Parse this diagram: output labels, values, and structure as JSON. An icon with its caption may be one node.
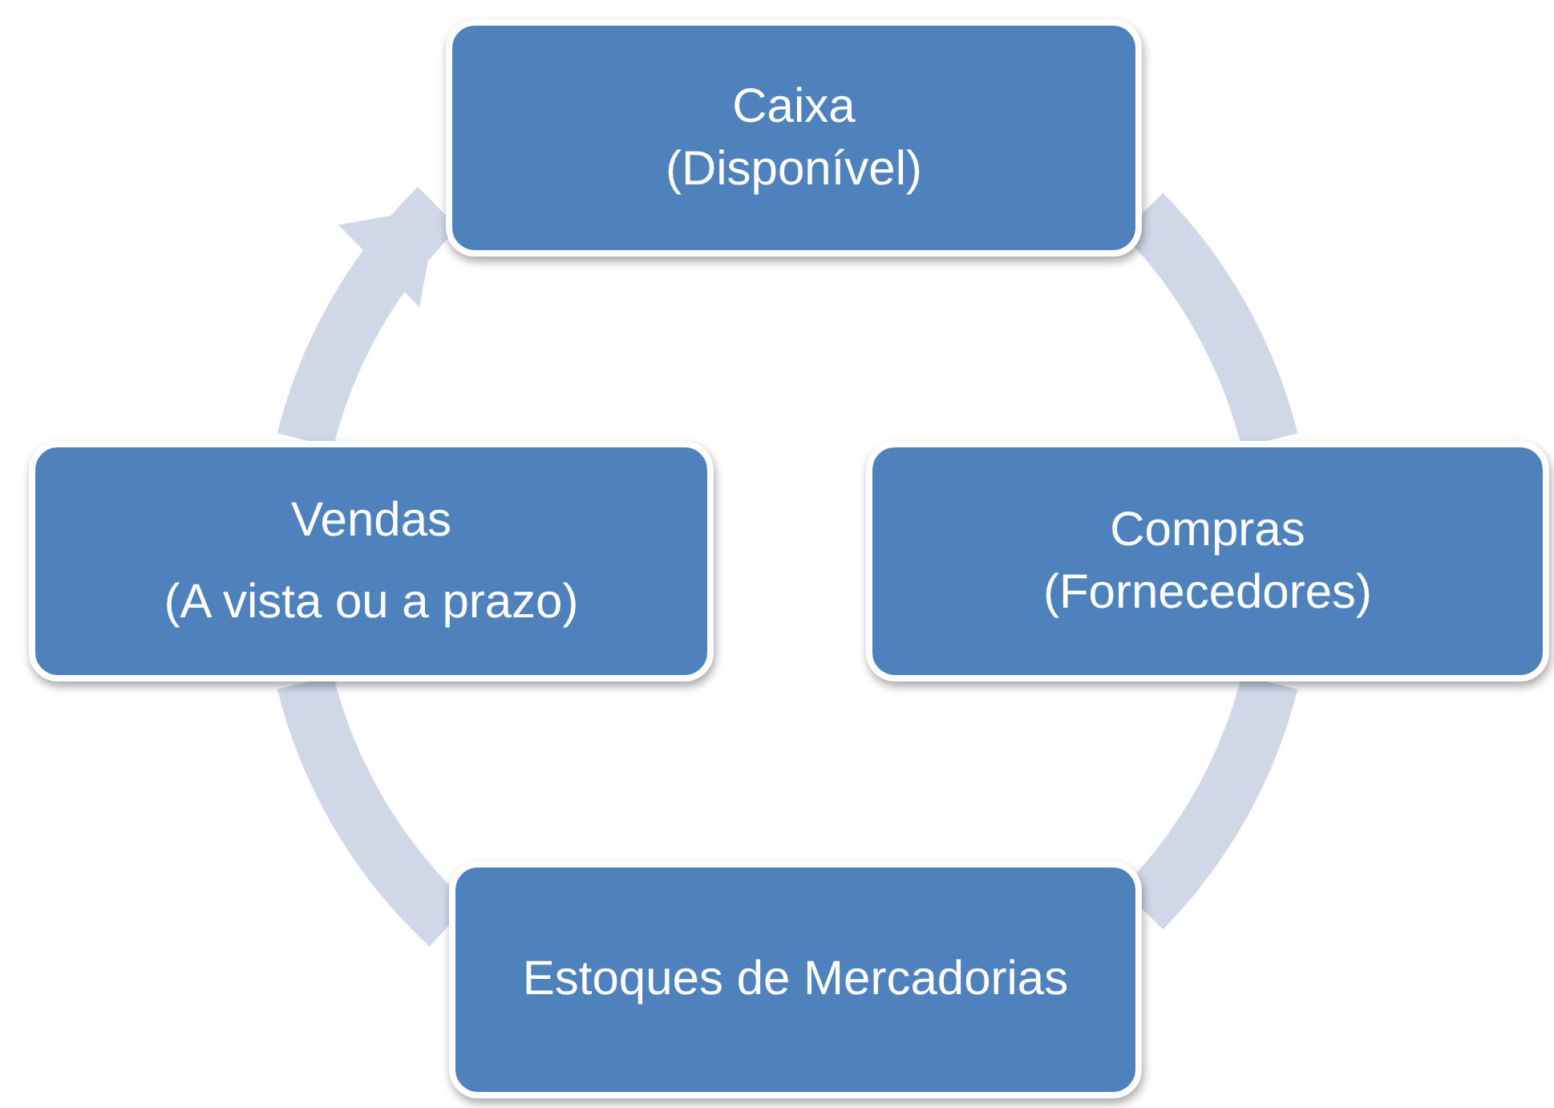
{
  "diagram": {
    "nodes": [
      {
        "text": [
          "Caixa",
          "(Disponível)"
        ]
      },
      {
        "text": [
          "Compras",
          "(Fornecedores)"
        ]
      },
      {
        "text": [
          "Estoques de Mercadorias"
        ]
      },
      {
        "text": [
          "Vendas",
          "(A vista ou a prazo)"
        ]
      }
    ],
    "edges": [
      {
        "from": 0,
        "to": 1,
        "arrow": "none"
      },
      {
        "from": 1,
        "to": 2,
        "arrow": "none"
      },
      {
        "from": 2,
        "to": 3,
        "arrow": "none"
      },
      {
        "from": 3,
        "to": 0,
        "arrow": "to"
      }
    ]
  }
}
